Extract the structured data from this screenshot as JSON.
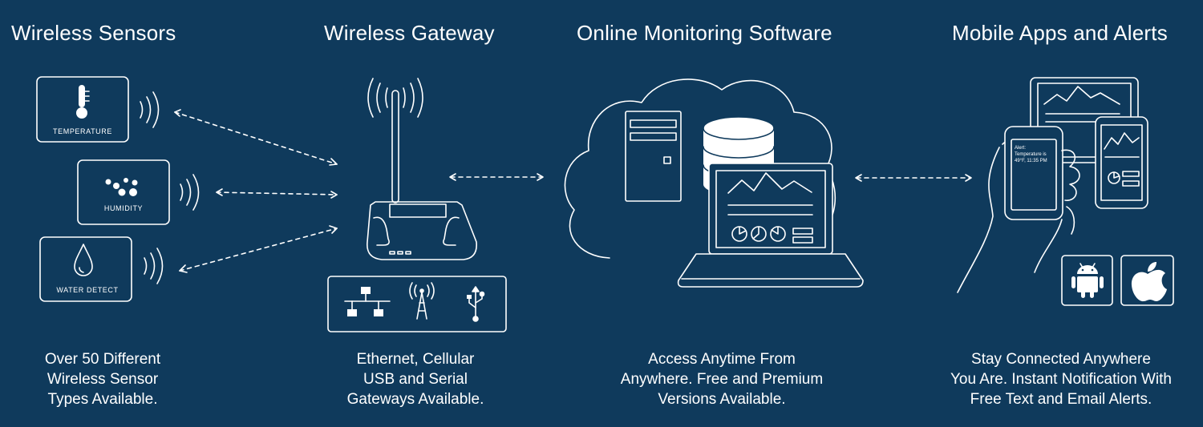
{
  "columns": [
    {
      "title": "Wireless Sensors",
      "caption": [
        "Over 50 Different",
        "Wireless Sensor",
        "Types Available."
      ]
    },
    {
      "title": "Wireless Gateway",
      "caption": [
        "Ethernet, Cellular",
        "USB and Serial",
        "Gateways Available."
      ]
    },
    {
      "title": "Online Monitoring Software",
      "caption": [
        "Access Anytime From",
        "Anywhere. Free and Premium",
        "Versions Available."
      ]
    },
    {
      "title": "Mobile Apps and Alerts",
      "caption": [
        "Stay Connected Anywhere",
        "You Are. Instant Notification With",
        "Free Text and Email Alerts."
      ]
    }
  ],
  "sensors": [
    {
      "label": "TEMPERATURE",
      "icon": "thermometer-icon"
    },
    {
      "label": "HUMIDITY",
      "icon": "humidity-dots-icon"
    },
    {
      "label": "WATER DETECT",
      "icon": "water-drop-icon"
    }
  ],
  "gateway_connections": [
    "ethernet-network-icon",
    "cellular-tower-icon",
    "usb-icon"
  ],
  "phone_alert": {
    "line1": "Alert:",
    "line2": "Temperature is",
    "line3": "49°F, 11:35 PM"
  },
  "app_stores": [
    "android-icon",
    "apple-icon"
  ],
  "colors": {
    "background": "#0f3a5c",
    "foreground": "#ffffff"
  }
}
